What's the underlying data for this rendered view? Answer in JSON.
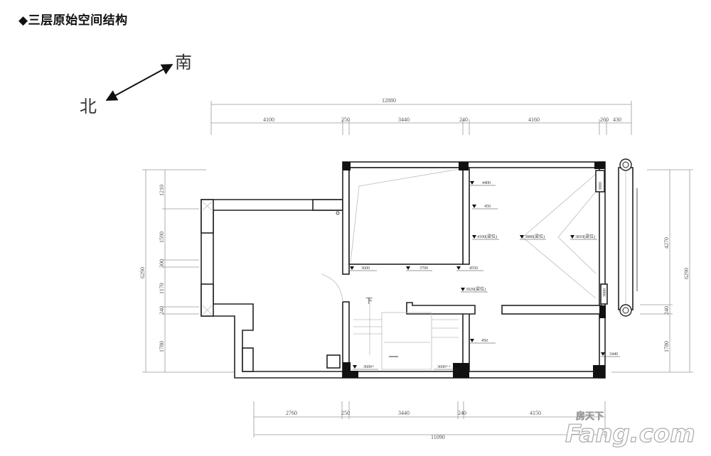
{
  "header": {
    "bullet": "◆",
    "title": "三层原始空间结构"
  },
  "compass": {
    "south": "南",
    "north": "北"
  },
  "dimensions": {
    "top_total": "12880",
    "top": [
      "4100",
      "250",
      "3440",
      "240",
      "4160",
      "260",
      "430"
    ],
    "left_total": "6290",
    "left": [
      "1210",
      "1590",
      "300",
      "1170",
      "240",
      "1780"
    ],
    "right_total": "6290",
    "right": [
      "4270",
      "240",
      "1780"
    ],
    "bottom": [
      "2760",
      "250",
      "3440",
      "240",
      "4150"
    ],
    "bottom_total": "11090"
  },
  "levels": {
    "l1": "4400",
    "l2": "450",
    "l3": "4100(梁位)",
    "l4": "3880(梁位)",
    "l5": "3810(梁位)",
    "l6": "3600",
    "l7": "3700",
    "l8": "4550",
    "l9": "3920(梁位)",
    "l10": "450",
    "l11": "3600+",
    "l12": "3600++",
    "l13": "3440",
    "l14": "3880",
    "l15": "3880"
  },
  "stair_label": "下",
  "watermark": {
    "cn": "房天下",
    "en": "Fang.com"
  }
}
